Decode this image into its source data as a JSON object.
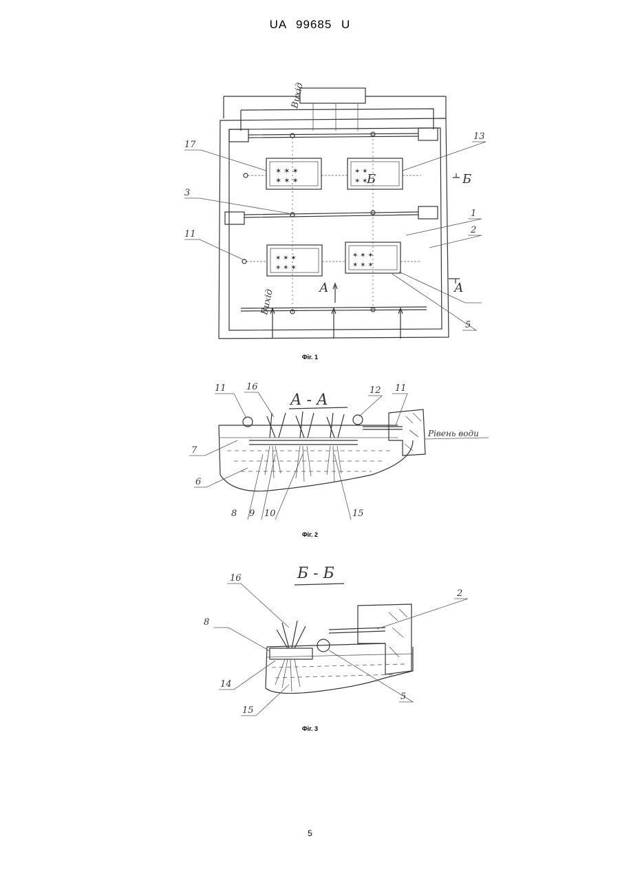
{
  "header": {
    "doc_id": "UA 99685 U"
  },
  "figures": [
    {
      "caption": "Фіг. 1",
      "labels": {
        "out": "Вихід",
        "in": "Вихід",
        "b_mark": "Б",
        "a_mark": "А",
        "a_mark2": "А",
        "b_center": "Б",
        "n17": "17",
        "n13": "13",
        "n3": "3",
        "n1": "1",
        "n2": "2",
        "n11": "11",
        "n5": "5"
      }
    },
    {
      "caption": "Фіг. 2",
      "labels": {
        "section": "А - А",
        "water_level": "Рівень води",
        "n11a": "11",
        "n16": "16",
        "n12": "12",
        "n11b": "11",
        "n7": "7",
        "n6": "6",
        "n8": "8",
        "n9": "9",
        "n10": "10",
        "n15": "15"
      }
    },
    {
      "caption": "Фіг. 3",
      "labels": {
        "section": "Б - Б",
        "n16": "16",
        "n2": "2",
        "n8": "8",
        "n14": "14",
        "n5": "5",
        "n15": "15"
      }
    }
  ],
  "footer": {
    "page_number": "5"
  }
}
